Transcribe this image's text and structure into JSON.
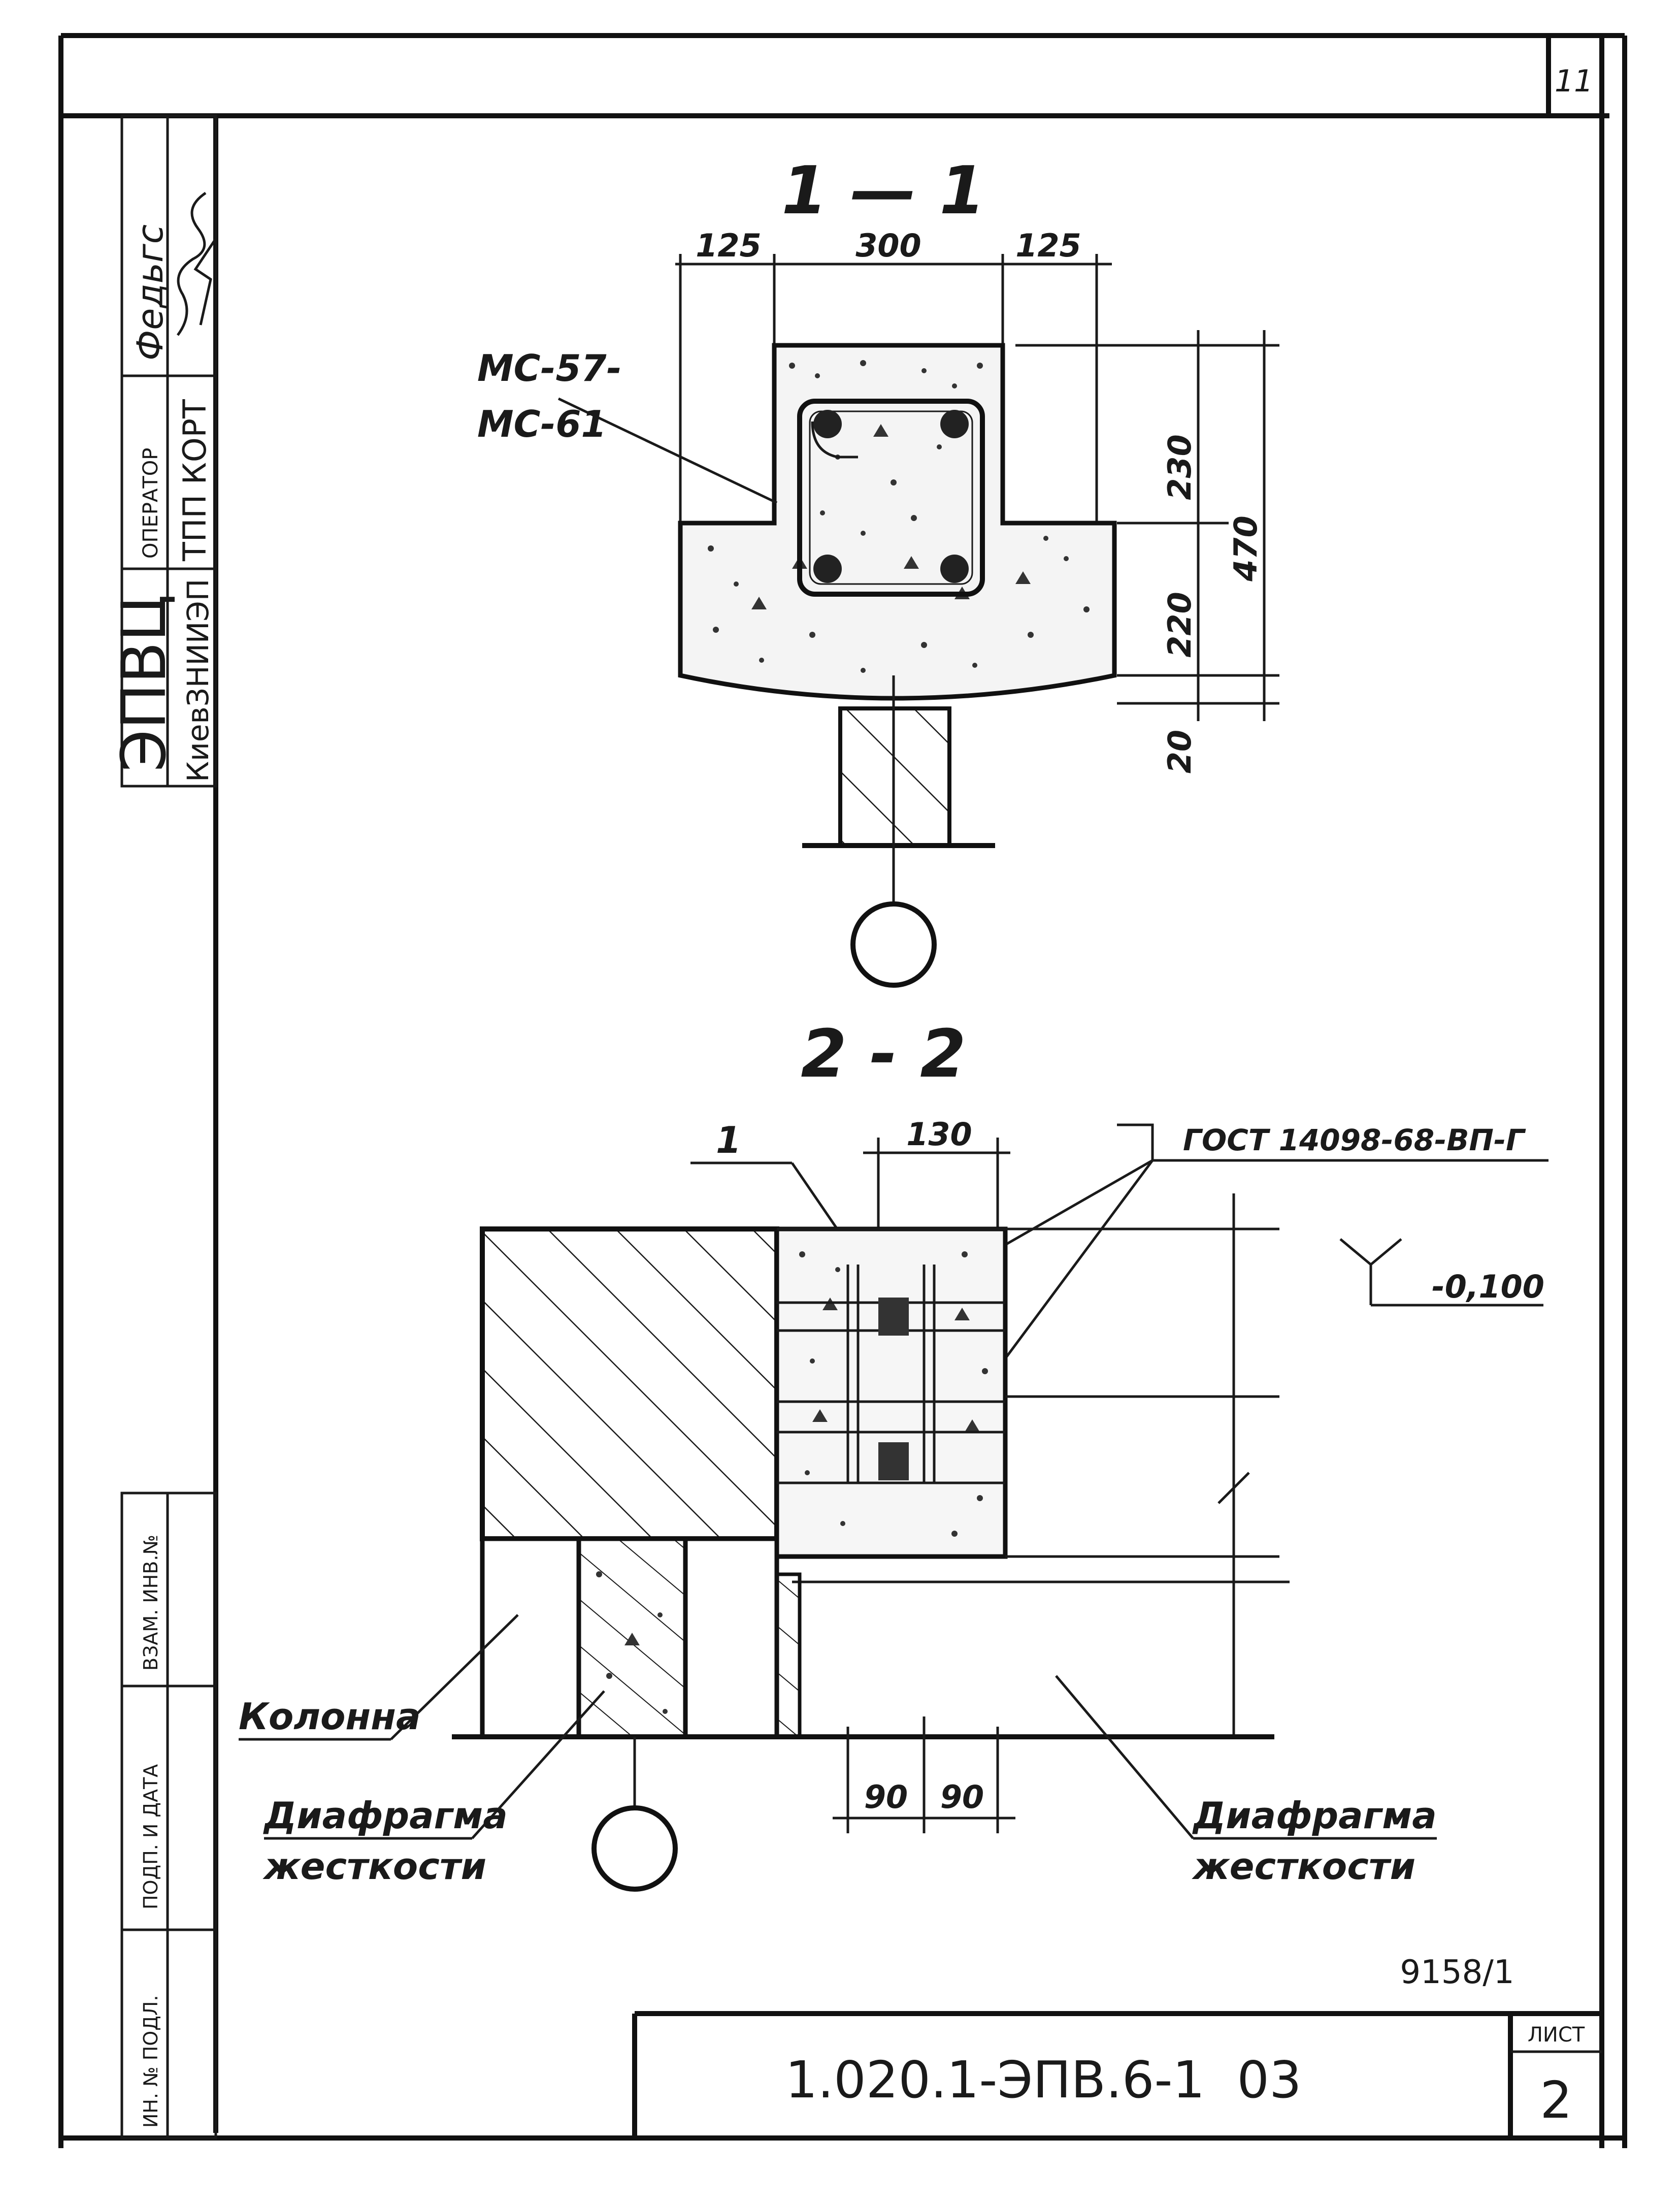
{
  "sheet": {
    "page_number": "11",
    "archive_number": "9158/1",
    "designation": "1.020.1-ЭПВ.6-1",
    "issue": "03",
    "sheet_label": "ЛИСТ",
    "sheet_number": "2"
  },
  "left_stamp": {
    "org_main": "ЭПВЦ",
    "org_sub": "КиевЗНИИЭП",
    "operator_label": "ОПЕРАТОР",
    "operator_value": "ТПП КОРТ",
    "signature_name": "Федьгс"
  },
  "left_strip": {
    "cell_1": "ВЗАМ. ИНВ.№",
    "cell_2": "ПОДП. И ДАТА",
    "cell_3": "ИН. № ПОДЛ."
  },
  "section_1": {
    "title": "1 — 1",
    "dim_top_left": "125",
    "dim_top_mid": "300",
    "dim_top_right": "125",
    "dim_right_upper": "230",
    "dim_right_lower": "220",
    "dim_right_total": "470",
    "dim_right_bottom": "20",
    "leader_label_1": "МС-57-",
    "leader_label_2": "МС-61"
  },
  "section_2": {
    "title": "2 - 2",
    "callout_1": "1",
    "dim_top": "130",
    "gost_note": "ГОСТ 14098-68-ВП-Г",
    "elevation": "-0,100",
    "label_column": "Колонна",
    "label_left_1": "Диафрагма",
    "label_left_2": "жесткости",
    "label_right_1": "Диафрагма",
    "label_right_2": "жесткости",
    "dim_bottom_left": "90",
    "dim_bottom_right": "90"
  }
}
